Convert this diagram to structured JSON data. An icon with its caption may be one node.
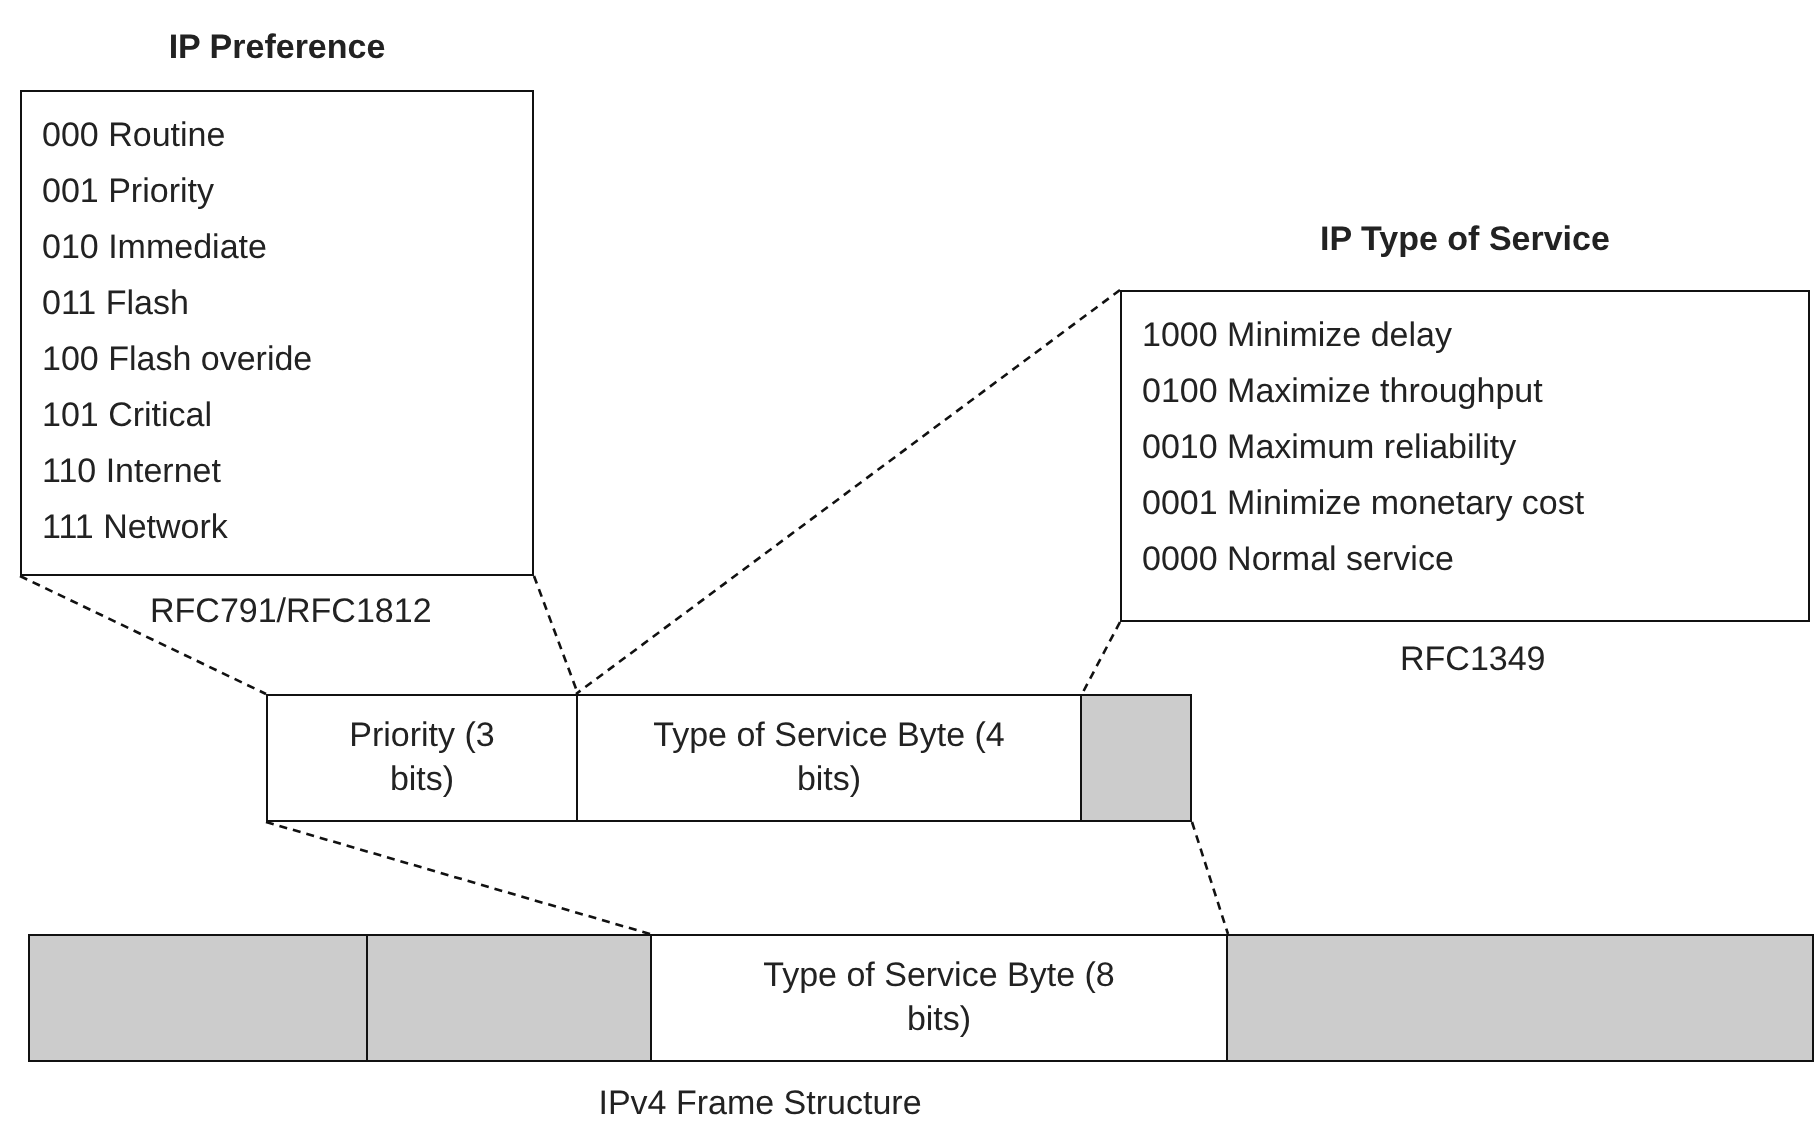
{
  "diagram": {
    "caption": "IPv4 Frame Structure",
    "nodes": [
      {
        "text": [
          "IP Preference",
          "000 Routine",
          "001 Priority",
          "010 Immediate",
          "011 Flash",
          "100 Flash overide",
          "101 Critical",
          "110 Internet",
          "111 Network"
        ],
        "beside": [
          "RFC791/RFC1812"
        ]
      },
      {
        "text": [
          "IP Type of Service",
          "1000 Minimize delay",
          "0100 Maximize throughput",
          "0010 Maximum reliability",
          "0001 Minimize monetary cost",
          "0000 Normal service"
        ],
        "beside": [
          "RFC1349"
        ]
      },
      {
        "text": [
          "Priority (3 bits)"
        ]
      },
      {
        "text": [
          "Type of Service Byte (4 bits)"
        ]
      },
      {
        "text": [],
        "shape": "box"
      },
      {
        "text": [],
        "shape": "box"
      },
      {
        "text": [],
        "shape": "box"
      },
      {
        "text": [
          "Type of Service Byte (8 bits)"
        ]
      },
      {
        "text": [],
        "shape": "box"
      }
    ],
    "edges": [
      {
        "from": 0,
        "to": 2,
        "arrow": "none",
        "style": "dashed"
      },
      {
        "from": 0,
        "to": 2,
        "arrow": "none",
        "style": "dashed"
      },
      {
        "from": 1,
        "to": 3,
        "arrow": "none",
        "style": "dashed"
      },
      {
        "from": 1,
        "to": 3,
        "arrow": "none",
        "style": "dashed"
      },
      {
        "from": 2,
        "to": 7,
        "arrow": "none",
        "style": "dashed"
      },
      {
        "from": 4,
        "to": 7,
        "arrow": "none",
        "style": "dashed"
      }
    ]
  }
}
